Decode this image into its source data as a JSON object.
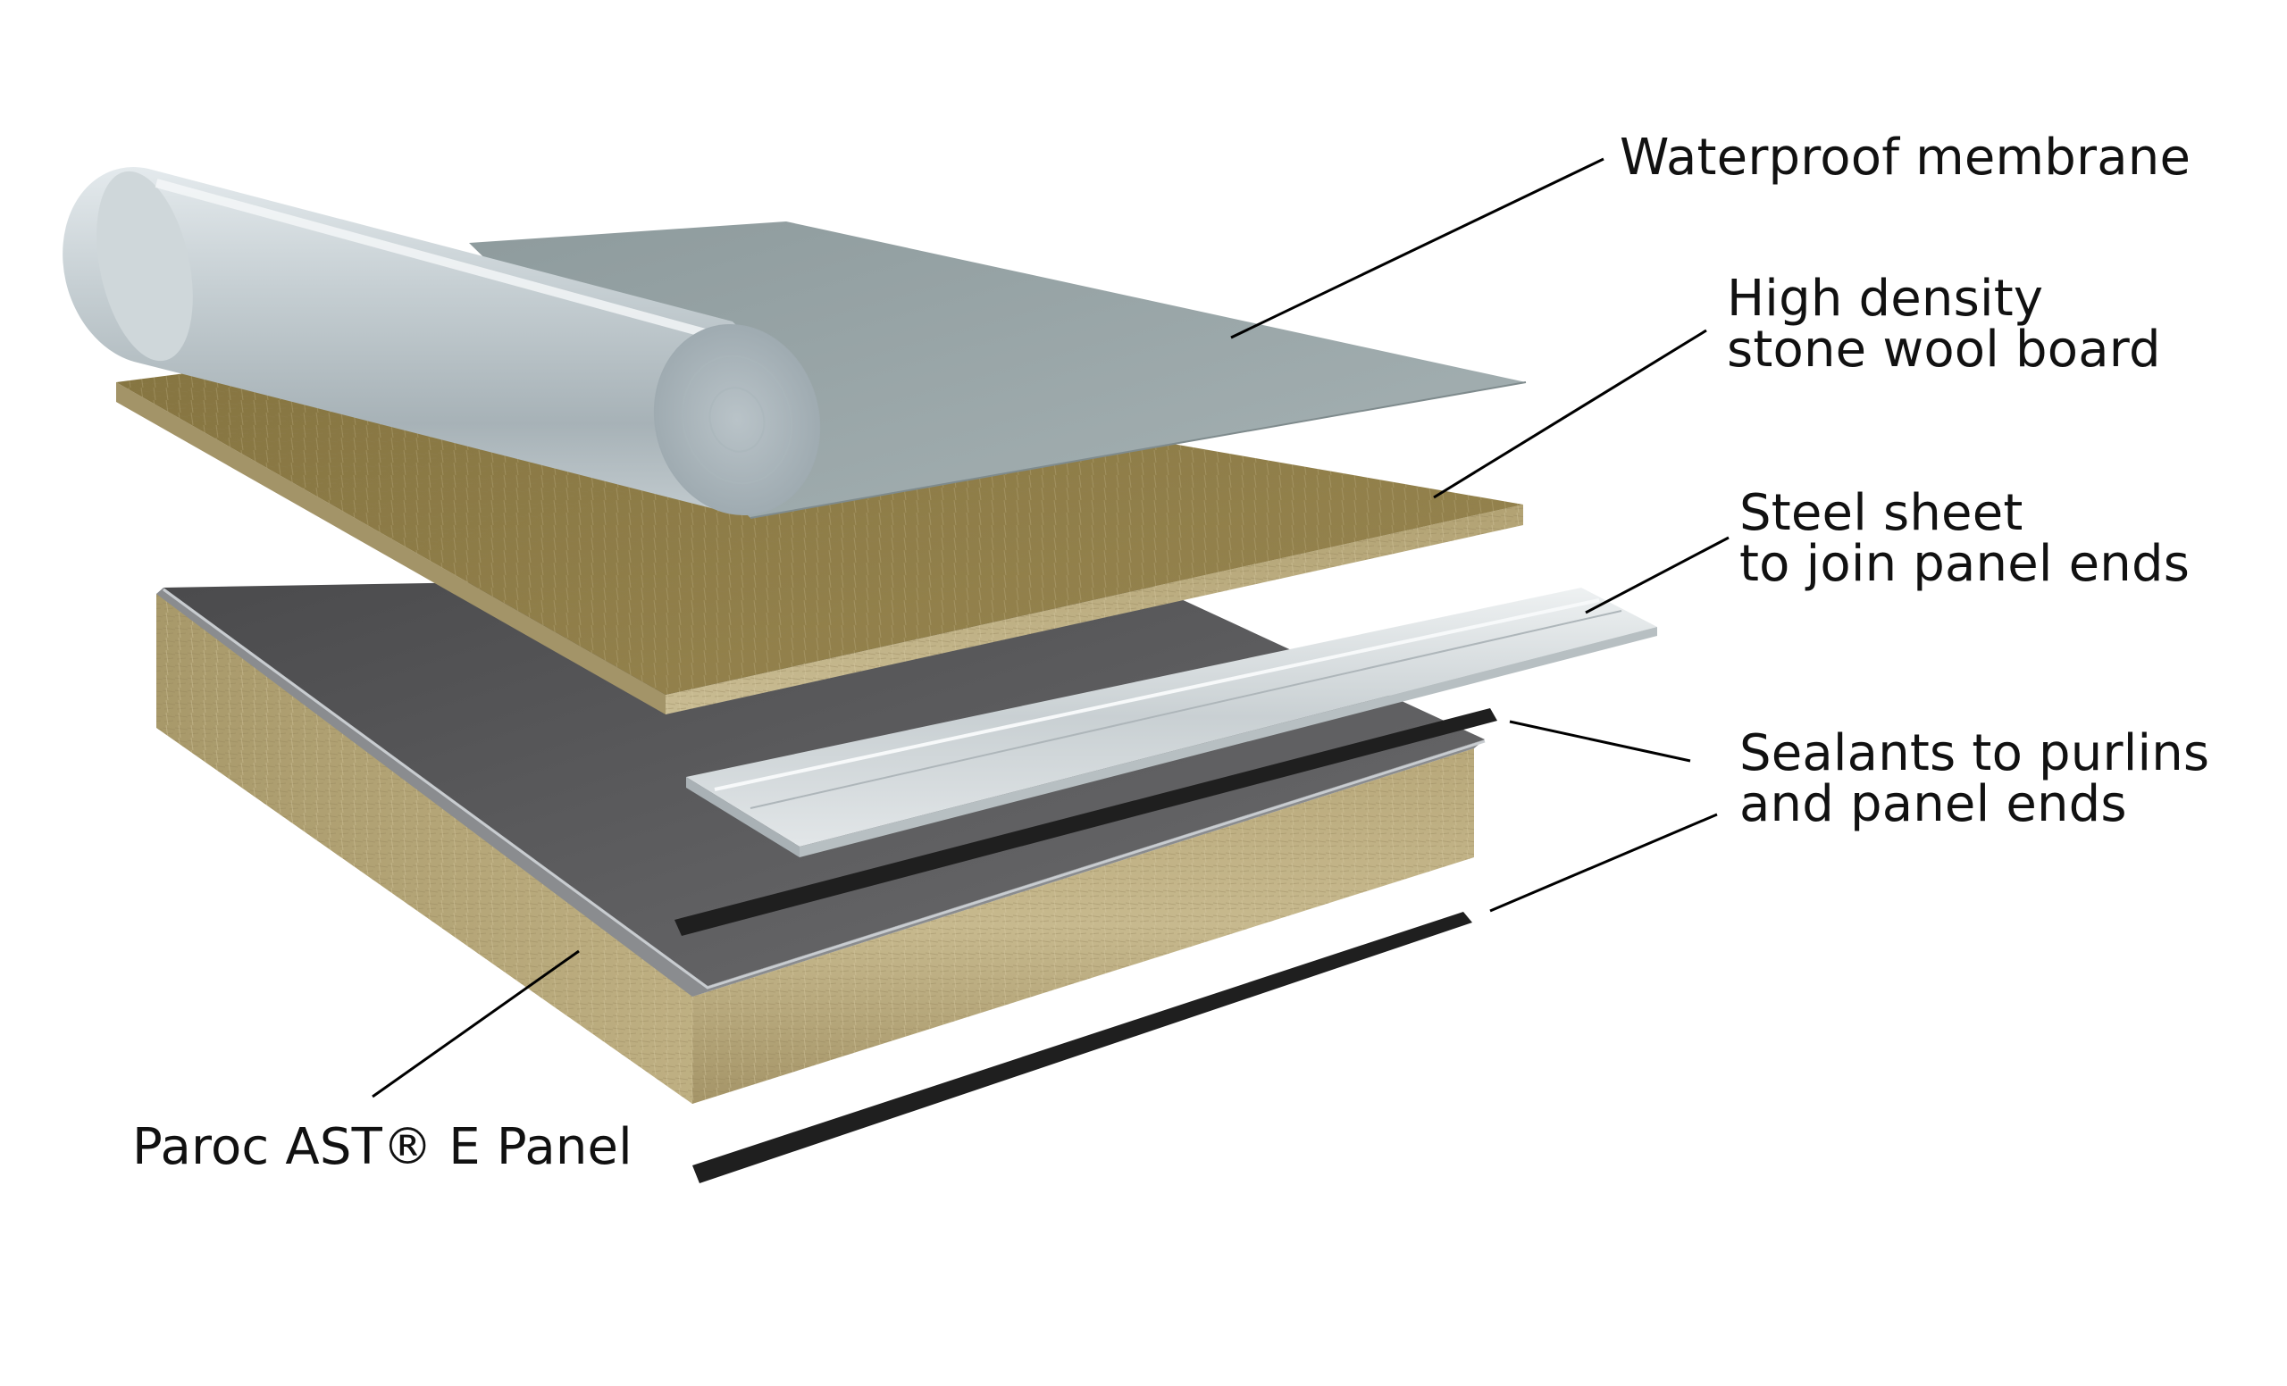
{
  "labels": {
    "waterproof_membrane": "Waterproof membrane",
    "stone_wool_board": {
      "line1": "High density",
      "line2": "stone wool board"
    },
    "steel_sheet": {
      "line1": "Steel sheet",
      "line2": "to join panel ends"
    },
    "sealants": {
      "line1": "Sealants to purlins",
      "line2": "and panel ends"
    },
    "panel": "Paroc AST® E Panel"
  },
  "colors": {
    "membrane": "#98a5a7",
    "roll": "#c3ccd0",
    "stone_wool": "#b6a478",
    "stone_wool_top": "#8c7c48",
    "panel_top": "#5a5a5c",
    "steel_strip": "#d8dde0",
    "sealant": "#1f1f1f",
    "leader_line": "#000000"
  }
}
